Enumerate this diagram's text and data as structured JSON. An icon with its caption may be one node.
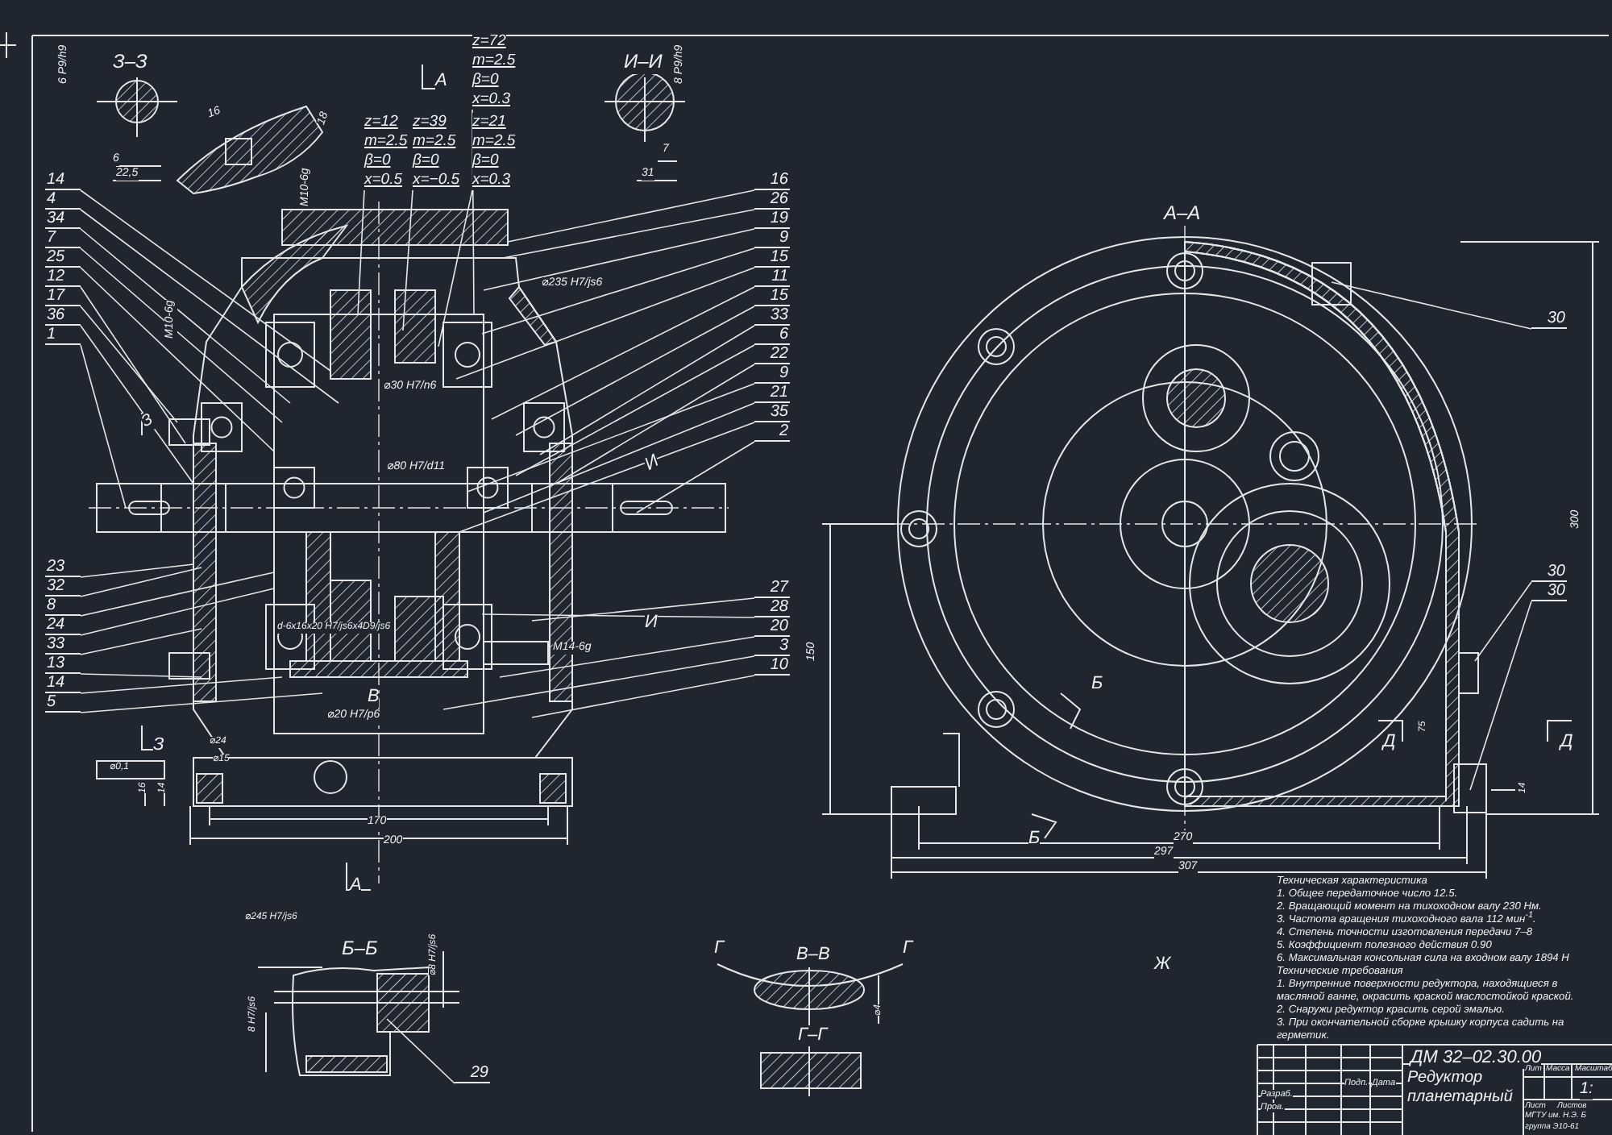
{
  "diagram": {
    "nodes": [
      {
        "text": [
          "z=72",
          "m=2.5",
          "β=0",
          "x=0.3"
        ]
      },
      {
        "text": [
          "z=12",
          "m=2.5",
          "β=0",
          "x=0.5"
        ]
      },
      {
        "text": [
          "z=39",
          "m=2.5",
          "β=0",
          "x=−0.5"
        ]
      },
      {
        "text": [
          "z=21",
          "m=2.5",
          "β=0",
          "x=0.3"
        ]
      },
      {
        "text": [
          "14"
        ]
      },
      {
        "text": [
          "4"
        ]
      },
      {
        "text": [
          "34"
        ]
      },
      {
        "text": [
          "7"
        ]
      },
      {
        "text": [
          "25"
        ]
      },
      {
        "text": [
          "12"
        ]
      },
      {
        "text": [
          "17"
        ]
      },
      {
        "text": [
          "36"
        ]
      },
      {
        "text": [
          "1"
        ]
      },
      {
        "text": [
          "16"
        ]
      },
      {
        "text": [
          "26"
        ]
      },
      {
        "text": [
          "19"
        ]
      },
      {
        "text": [
          "9"
        ]
      },
      {
        "text": [
          "15"
        ]
      },
      {
        "text": [
          "11"
        ]
      },
      {
        "text": [
          "15"
        ]
      },
      {
        "text": [
          "33"
        ]
      },
      {
        "text": [
          "6"
        ]
      },
      {
        "text": [
          "22"
        ]
      },
      {
        "text": [
          "9"
        ]
      },
      {
        "text": [
          "21"
        ]
      },
      {
        "text": [
          "35"
        ]
      },
      {
        "text": [
          "2"
        ]
      },
      {
        "text": [
          "23"
        ]
      },
      {
        "text": [
          "32"
        ]
      },
      {
        "text": [
          "8"
        ]
      },
      {
        "text": [
          "24"
        ]
      },
      {
        "text": [
          "33"
        ]
      },
      {
        "text": [
          "13"
        ]
      },
      {
        "text": [
          "14"
        ]
      },
      {
        "text": [
          "5"
        ]
      },
      {
        "text": [
          "27"
        ]
      },
      {
        "text": [
          "28"
        ]
      },
      {
        "text": [
          "20"
        ]
      },
      {
        "text": [
          "3"
        ]
      },
      {
        "text": [
          "10"
        ]
      },
      {
        "text": [
          "30"
        ]
      },
      {
        "text": [
          "30"
        ]
      },
      {
        "text": [
          "30"
        ]
      },
      {
        "text": [
          "29"
        ]
      }
    ],
    "edges": [
      {
        "from": 0,
        "to": null,
        "arrow": "none"
      },
      {
        "from": 1,
        "to": null,
        "arrow": "none"
      },
      {
        "from": 2,
        "to": null,
        "arrow": "none"
      },
      {
        "from": 3,
        "to": null,
        "arrow": "none"
      },
      {
        "from": 4,
        "to": null,
        "arrow": "none"
      },
      {
        "from": 5,
        "to": null,
        "arrow": "none"
      },
      {
        "from": 6,
        "to": null,
        "arrow": "none"
      },
      {
        "from": 7,
        "to": null,
        "arrow": "none"
      },
      {
        "from": 8,
        "to": null,
        "arrow": "none"
      },
      {
        "from": 9,
        "to": null,
        "arrow": "none"
      },
      {
        "from": 10,
        "to": null,
        "arrow": "none"
      },
      {
        "from": 11,
        "to": null,
        "arrow": "none"
      },
      {
        "from": 12,
        "to": null,
        "arrow": "none"
      },
      {
        "from": 13,
        "to": null,
        "arrow": "none"
      },
      {
        "from": 14,
        "to": null,
        "arrow": "none"
      },
      {
        "from": 15,
        "to": null,
        "arrow": "none"
      },
      {
        "from": 16,
        "to": null,
        "arrow": "none"
      },
      {
        "from": 17,
        "to": null,
        "arrow": "none"
      },
      {
        "from": 18,
        "to": null,
        "arrow": "none"
      },
      {
        "from": 19,
        "to": null,
        "arrow": "none"
      },
      {
        "from": 20,
        "to": null,
        "arrow": "none"
      },
      {
        "from": 21,
        "to": null,
        "arrow": "none"
      },
      {
        "from": 22,
        "to": null,
        "arrow": "none"
      },
      {
        "from": 23,
        "to": null,
        "arrow": "none"
      },
      {
        "from": 24,
        "to": null,
        "arrow": "none"
      },
      {
        "from": 25,
        "to": null,
        "arrow": "none"
      },
      {
        "from": 26,
        "to": null,
        "arrow": "none"
      },
      {
        "from": 27,
        "to": null,
        "arrow": "none"
      },
      {
        "from": 28,
        "to": null,
        "arrow": "none"
      },
      {
        "from": 29,
        "to": null,
        "arrow": "none"
      },
      {
        "from": 30,
        "to": null,
        "arrow": "none"
      },
      {
        "from": 31,
        "to": null,
        "arrow": "none"
      },
      {
        "from": 32,
        "to": null,
        "arrow": "none"
      },
      {
        "from": 33,
        "to": null,
        "arrow": "none"
      },
      {
        "from": 34,
        "to": null,
        "arrow": "none"
      },
      {
        "from": 35,
        "to": null,
        "arrow": "none"
      },
      {
        "from": 36,
        "to": null,
        "arrow": "none"
      },
      {
        "from": 37,
        "to": null,
        "arrow": "none"
      },
      {
        "from": 38,
        "to": null,
        "arrow": "none"
      },
      {
        "from": 39,
        "to": null,
        "arrow": "none"
      },
      {
        "from": 40,
        "to": null,
        "arrow": "none"
      },
      {
        "from": 41,
        "to": null,
        "arrow": "none"
      },
      {
        "from": 42,
        "to": null,
        "arrow": "none"
      },
      {
        "from": 43,
        "to": null,
        "arrow": "none"
      }
    ],
    "labels": [
      "З–З",
      "6 Р9/h9",
      "6",
      "22,5",
      "16",
      "18",
      "А",
      "И–И",
      "8 Р9/h9",
      "7",
      "31",
      "М10-6g",
      "⌀235 H7/js6",
      "З",
      "М10-6g",
      "⌀30 H7/n6",
      "⌀80 H7/d11",
      "И",
      "d-6x16x20 H7/js6x4D9/js6",
      "И",
      "М14-6g",
      "В",
      "⌀20 H7/p6",
      "З",
      "⌀24",
      "⌀15",
      "⌀0,1",
      "16",
      "14",
      "170",
      "200",
      "А",
      "А–А",
      "150",
      "Б",
      "Д",
      "75",
      "Д",
      "14",
      "300",
      "Б",
      "270",
      "297",
      "307",
      "⌀245 H7/js6",
      "Б–Б",
      "⌀8 H7/js6",
      "8 H7/js6",
      "Г",
      "В–В",
      "Г",
      "⌀4",
      "Г–Г",
      "Ж",
      "Техническая характеристика",
      "1. Общее передаточное число 12.5.",
      "2. Вращающий момент на тихоходном валу 230 Нм.",
      "3. Частота вращения тихоходного вала 112 мин$^{-1}$.",
      "4. Степень точности изготовления передачи 7–8",
      "5. Коэффициент полезного действия 0.90",
      "6. Максимальная консольная сила на входном валу 1894 Н",
      "Технические требования",
      "1. Внутренние поверхности редуктора, находящиеся в масляной ванне, окрасить краской маслостойкой краской.",
      "2. Снаружи редуктор красить серой эмалью.",
      "3. При окончательной сборке крышку корпуса садить на герметик.",
      "ДМ 32–02.30.00",
      "Редуктор планетарный",
      "Разраб.",
      "Пров.",
      "Подп.",
      "Дата",
      "Лит",
      "Масса",
      "Масштаб",
      "1:",
      "Лист",
      "Листов",
      "МГТУ им. Н.Э. Б",
      "группа Э10-61"
    ]
  }
}
